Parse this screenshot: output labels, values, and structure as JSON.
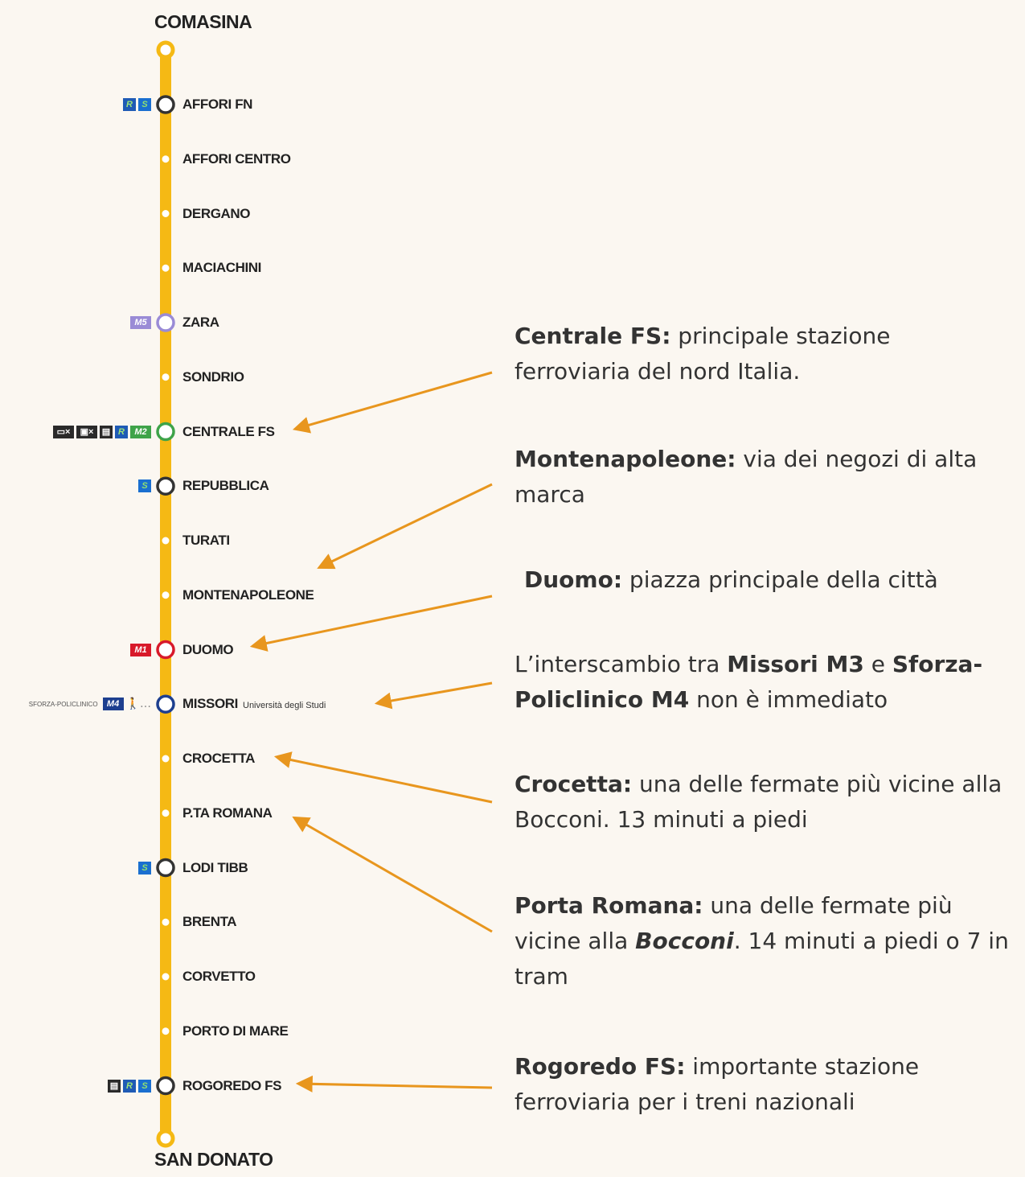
{
  "line": {
    "color": "#f5b914",
    "termini": {
      "north": "COMASINA",
      "south": "SAN DONATO"
    },
    "stations": [
      {
        "id": "affori-fn",
        "name": "AFFORI FN",
        "type": "interchange",
        "ring": "#333333",
        "badges": [
          {
            "k": "r",
            "t": "R"
          },
          {
            "k": "s",
            "t": "S"
          }
        ]
      },
      {
        "id": "affori-centro",
        "name": "AFFORI CENTRO",
        "type": "stop"
      },
      {
        "id": "dergano",
        "name": "DERGANO",
        "type": "stop"
      },
      {
        "id": "maciachini",
        "name": "MACIACHINI",
        "type": "stop"
      },
      {
        "id": "zara",
        "name": "ZARA",
        "type": "interchange",
        "ring": "#9a8bd6",
        "badges": [
          {
            "k": "m5",
            "t": "M5"
          }
        ]
      },
      {
        "id": "sondrio",
        "name": "SONDRIO",
        "type": "stop"
      },
      {
        "id": "centrale-fs",
        "name": "CENTRALE FS",
        "type": "interchange",
        "ring": "#3ea349",
        "badges": [
          {
            "k": "pk",
            "t": "▭×"
          },
          {
            "k": "pk",
            "t": "▣×"
          },
          {
            "k": "tr",
            "t": "▤"
          },
          {
            "k": "r",
            "t": "R"
          },
          {
            "k": "m2",
            "t": "M2"
          }
        ]
      },
      {
        "id": "repubblica",
        "name": "REPUBBLICA",
        "type": "interchange",
        "ring": "#333333",
        "badges": [
          {
            "k": "s",
            "t": "S"
          }
        ]
      },
      {
        "id": "turati",
        "name": "TURATI",
        "type": "stop"
      },
      {
        "id": "montenapoleone",
        "name": "MONTENAPOLEONE",
        "type": "stop"
      },
      {
        "id": "duomo",
        "name": "DUOMO",
        "type": "interchange",
        "ring": "#d8192a",
        "badges": [
          {
            "k": "m1",
            "t": "M1"
          }
        ]
      },
      {
        "id": "missori",
        "name": "MISSORI",
        "sub": "Università degli Studi",
        "type": "interchange",
        "ring": "#1d3f8f",
        "sforza": "SFORZA-POLICLINICO",
        "badges": [
          {
            "k": "m4",
            "t": "M4"
          }
        ],
        "walk": "🚶…"
      },
      {
        "id": "crocetta",
        "name": "CROCETTA",
        "type": "stop"
      },
      {
        "id": "pta-romana",
        "name": "P.TA ROMANA",
        "type": "stop"
      },
      {
        "id": "lodi-tibb",
        "name": "LODI TIBB",
        "type": "interchange",
        "ring": "#333333",
        "badges": [
          {
            "k": "s",
            "t": "S"
          }
        ]
      },
      {
        "id": "brenta",
        "name": "BRENTA",
        "type": "stop"
      },
      {
        "id": "corvetto",
        "name": "CORVETTO",
        "type": "stop"
      },
      {
        "id": "porto-di-mare",
        "name": "PORTO DI MARE",
        "type": "stop"
      },
      {
        "id": "rogoredo-fs",
        "name": "ROGOREDO FS",
        "type": "interchange",
        "ring": "#333333",
        "badges": [
          {
            "k": "tr",
            "t": "▤"
          },
          {
            "k": "r",
            "t": "R"
          },
          {
            "k": "s",
            "t": "S"
          }
        ]
      }
    ]
  },
  "annotations": {
    "arrow_color": "#e8961e",
    "notes": [
      {
        "id": "centrale",
        "target": "centrale-fs",
        "bold": "Centrale FS:",
        "text": " principale stazione ferroviaria del nord Italia."
      },
      {
        "id": "montenapoleone",
        "target": "montenapoleone",
        "bold": "Montenapoleone:",
        "text": " via dei negozi di alta marca"
      },
      {
        "id": "duomo",
        "target": "duomo",
        "bold": "Duomo:",
        "text": " piazza principale della città"
      },
      {
        "id": "missori",
        "target": "missori",
        "pre": "L’interscambio tra ",
        "bold": "Missori M3",
        "mid": " e ",
        "bold2": "Sforza-Policlinico M4",
        "text": " non è immediato"
      },
      {
        "id": "crocetta",
        "target": "crocetta",
        "bold": "Crocetta:",
        "text": " una delle fermate più vicine alla Bocconi. 13 minuti a piedi"
      },
      {
        "id": "porta-romana",
        "target": "pta-romana",
        "bold": "Porta Romana:",
        "text": " una delle fermate più vicine alla ",
        "italic_bold": "Bocconi",
        "tail": ". 14 minuti a piedi o 7 in tram"
      },
      {
        "id": "rogoredo",
        "target": "rogoredo-fs",
        "bold": "Rogoredo FS:",
        "text": " importante stazione ferroviaria per i treni nazionali"
      }
    ]
  }
}
